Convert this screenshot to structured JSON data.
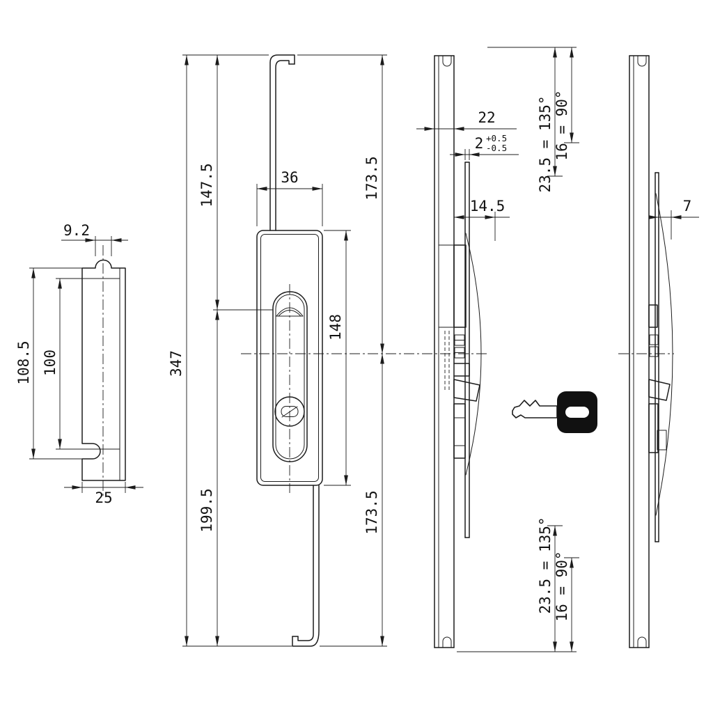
{
  "drawing": {
    "background": "#ffffff",
    "line_color": "#1c1c1c",
    "views": {
      "profile": {
        "label": "strike-profile-section",
        "dims": {
          "bump_width": "9.2",
          "outer_height": "108.5",
          "inner_height": "100",
          "overall_width": "25"
        }
      },
      "front": {
        "label": "lock-front-view",
        "dims": {
          "top_rod_length": "147.5",
          "case_width": "36",
          "top_to_centerline": "173.5",
          "case_height": "148",
          "overall_length": "347",
          "bottom_rod_length": "199.5",
          "centerline_to_bottom": "173.5"
        }
      },
      "side": {
        "label": "lock-side-view",
        "dims": {
          "rail_depth": "22",
          "strip_thickness": "2",
          "strip_tolerance_plus": "+0.5",
          "strip_tolerance_minus": "-0.5",
          "case_depth": "14.5",
          "stroke_top_long": "23.5 = 135°",
          "stroke_top_short": "16 = 90°",
          "stroke_bottom_long": "23.5 = 135°",
          "stroke_bottom_short": "16 = 90°"
        }
      },
      "rear": {
        "label": "lock-rear-side-view",
        "dims": {
          "cover_offset": "7"
        }
      }
    }
  }
}
